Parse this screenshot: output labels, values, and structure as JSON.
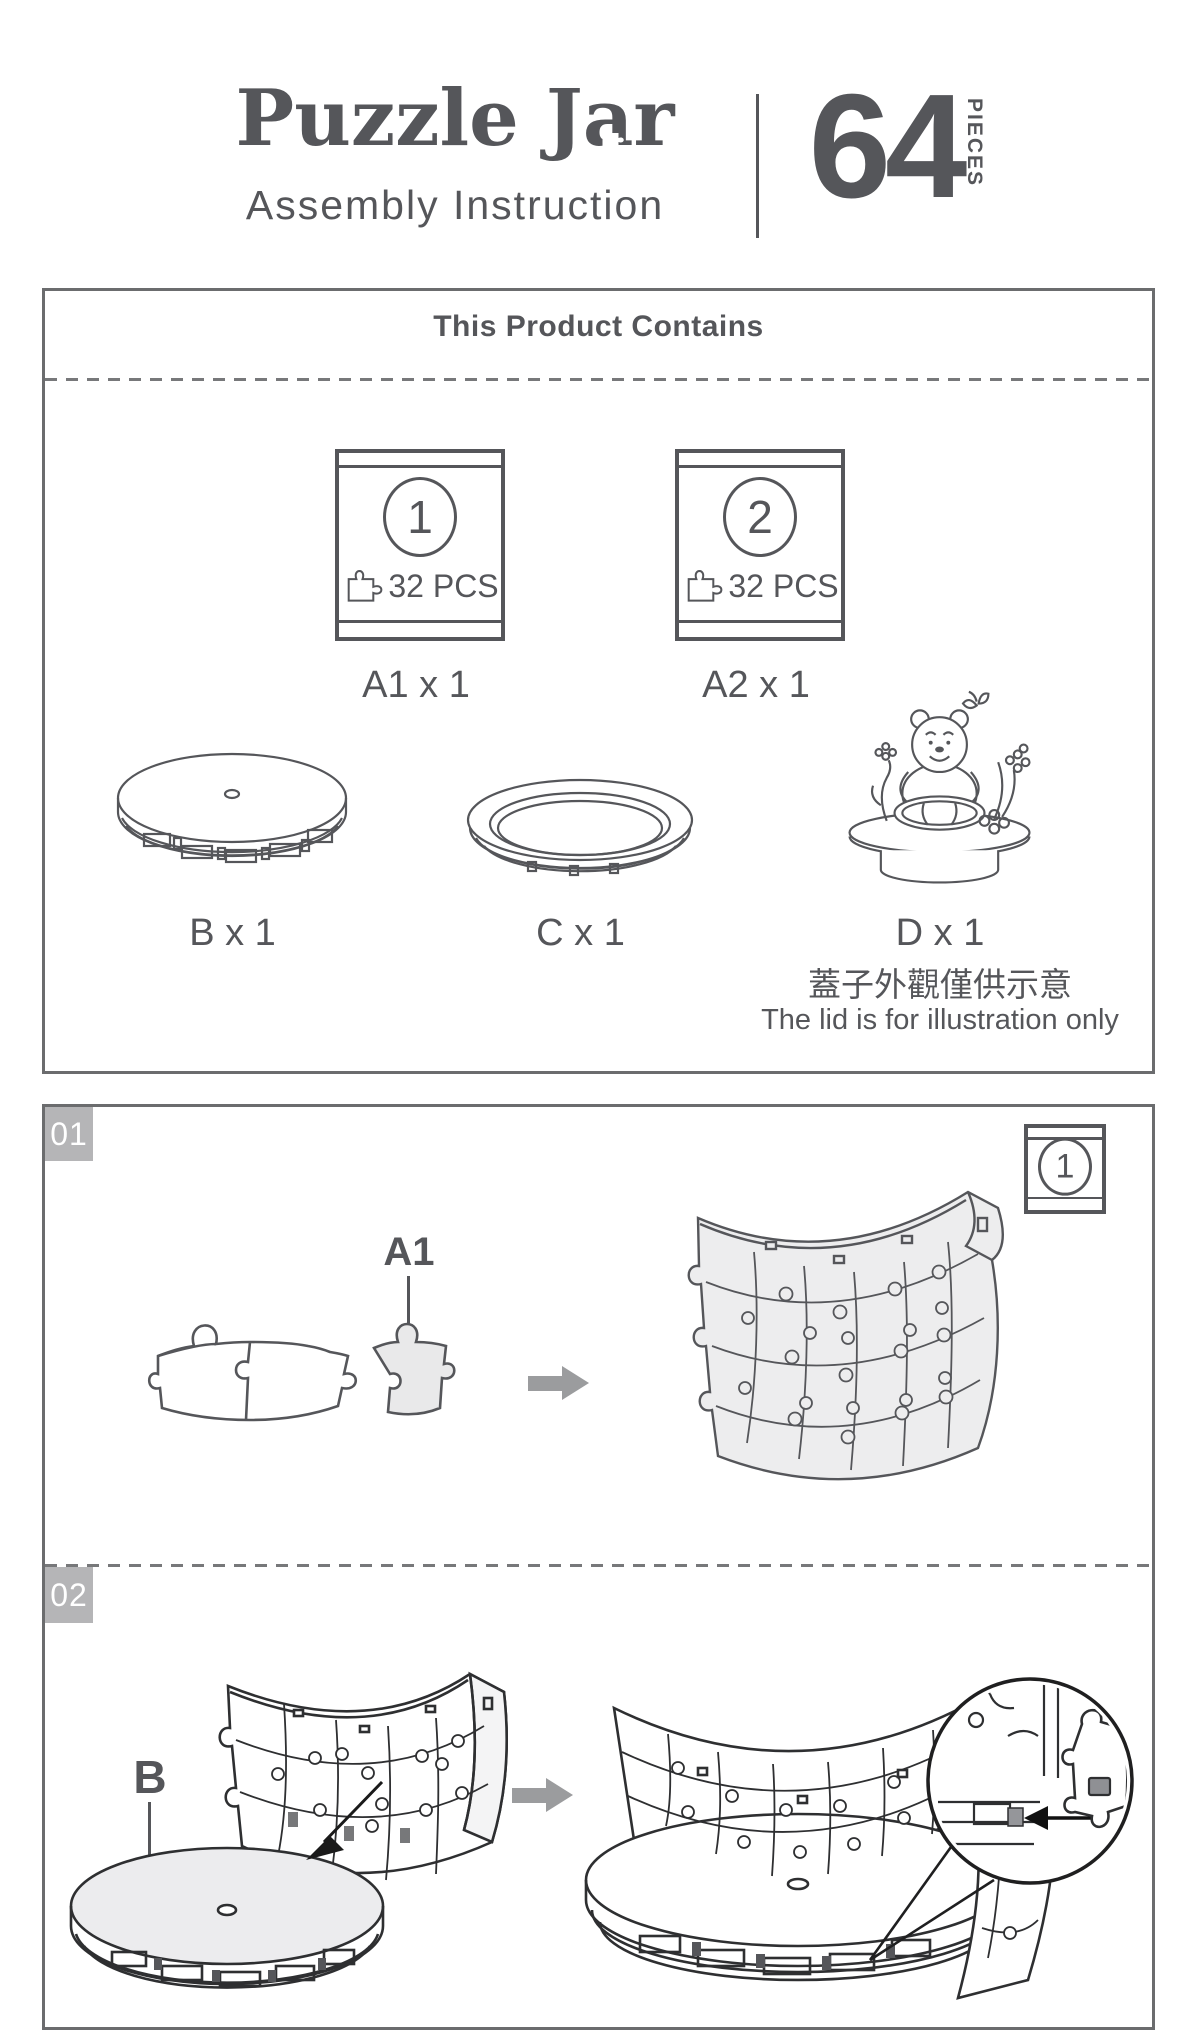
{
  "header": {
    "title": "Puzzle Jar",
    "subtitle": "Assembly Instruction",
    "piece_count": "64",
    "piece_unit": "PIECES"
  },
  "contains_box": {
    "title": "This Product Contains",
    "bags": [
      {
        "number": "1",
        "pcs": "32 PCS",
        "label": "A1 x 1"
      },
      {
        "number": "2",
        "pcs": "32 PCS",
        "label": "A2 x 1"
      }
    ],
    "parts": [
      {
        "label": "B x 1"
      },
      {
        "label": "C x 1"
      },
      {
        "label": "D x 1"
      }
    ],
    "lid_note_zh": "蓋子外觀僅供示意",
    "lid_note_en": "The lid is for illustration only"
  },
  "steps": [
    {
      "badge": "01",
      "callout": "A1",
      "bag_number": "1"
    },
    {
      "badge": "02",
      "callout": "B"
    }
  ],
  "colors": {
    "ink": "#55565A",
    "outline_dark": "#2E2F31",
    "panel_fill": "#EDEDEE",
    "badge_gray": "#B5B5B7",
    "arrow_gray": "#9B9C9E"
  }
}
